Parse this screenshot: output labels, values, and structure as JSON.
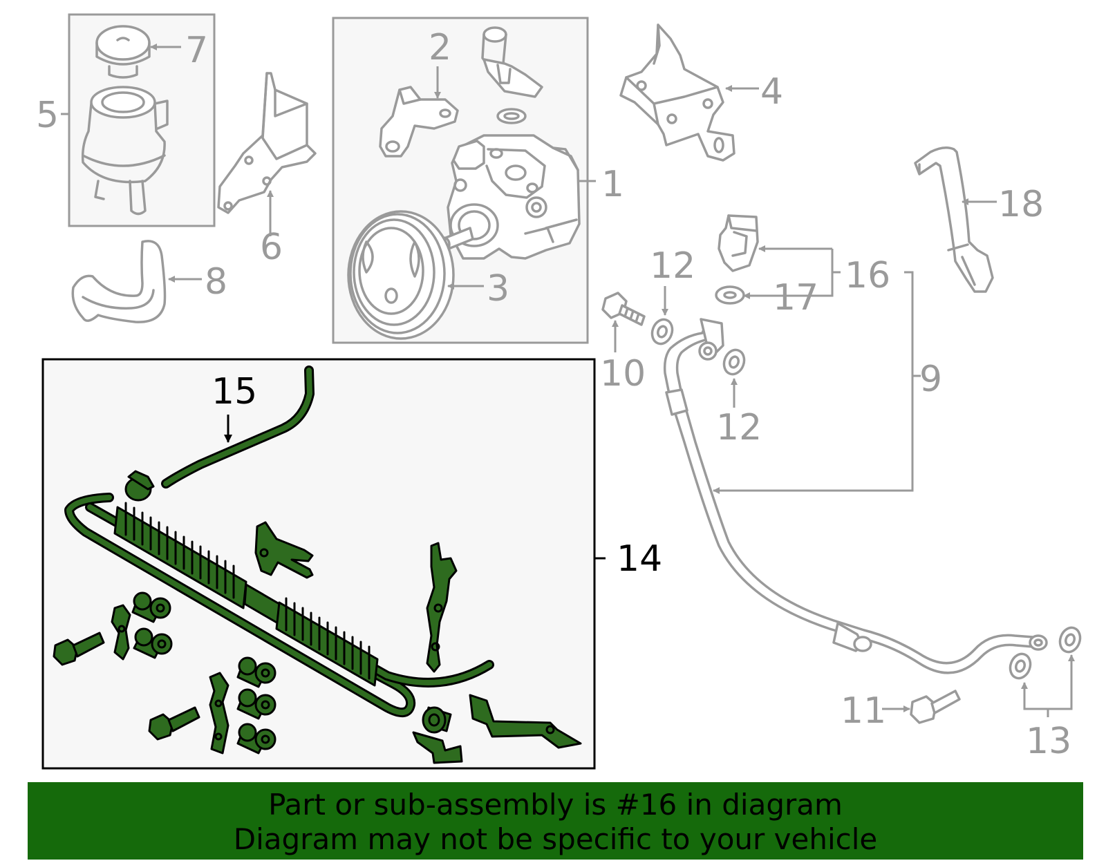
{
  "colors": {
    "highlight": "#2e6b1f",
    "banner": "#156a0b",
    "callout_grey": "#9a9a9a"
  },
  "callouts": [
    "1",
    "2",
    "3",
    "4",
    "5",
    "6",
    "7",
    "8",
    "9",
    "10",
    "11",
    "12",
    "12",
    "13",
    "14",
    "15",
    "16",
    "17",
    "18"
  ],
  "banner": {
    "line1": "Part or sub-assembly is #16 in diagram",
    "line2": "Diagram may not be specific to your vehicle"
  }
}
